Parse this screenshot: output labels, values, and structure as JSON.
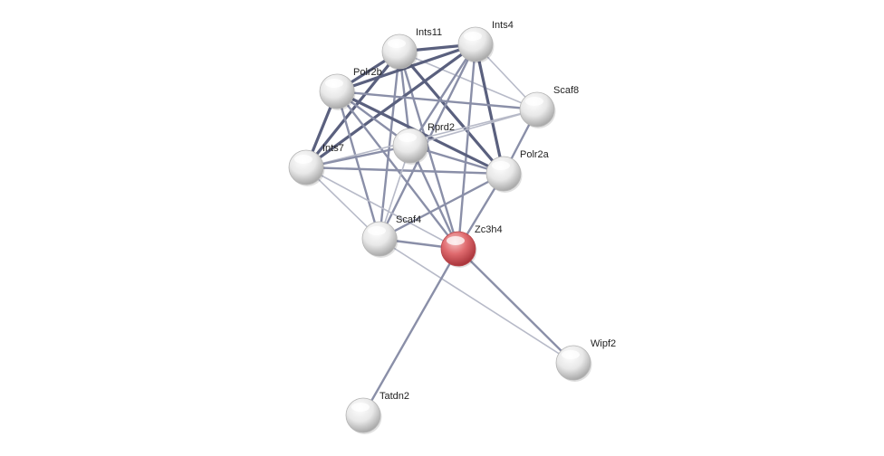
{
  "network": {
    "nodes": [
      {
        "id": "Zc3h4",
        "label": "Zc3h4",
        "query": true
      },
      {
        "id": "Polr2a",
        "label": "Polr2a",
        "query": false
      },
      {
        "id": "Polr2b",
        "label": "Polr2b",
        "query": false
      },
      {
        "id": "Ints4",
        "label": "Ints4",
        "query": false
      },
      {
        "id": "Ints7",
        "label": "Ints7",
        "query": false
      },
      {
        "id": "Ints11",
        "label": "Ints11",
        "query": false
      },
      {
        "id": "Rprd2",
        "label": "Rprd2",
        "query": false
      },
      {
        "id": "Scaf4",
        "label": "Scaf4",
        "query": false
      },
      {
        "id": "Scaf8",
        "label": "Scaf8",
        "query": false
      },
      {
        "id": "Wipf2",
        "label": "Wipf2",
        "query": false
      },
      {
        "id": "Tatdn2",
        "label": "Tatdn2",
        "query": false
      }
    ],
    "edges": [
      {
        "source": "Ints11",
        "target": "Ints4",
        "strength": "strong"
      },
      {
        "source": "Ints11",
        "target": "Polr2b",
        "strength": "strong"
      },
      {
        "source": "Ints11",
        "target": "Ints7",
        "strength": "strong"
      },
      {
        "source": "Ints11",
        "target": "Rprd2",
        "strength": "medium"
      },
      {
        "source": "Ints11",
        "target": "Polr2a",
        "strength": "strong"
      },
      {
        "source": "Ints11",
        "target": "Scaf4",
        "strength": "medium"
      },
      {
        "source": "Ints11",
        "target": "Zc3h4",
        "strength": "medium"
      },
      {
        "source": "Ints11",
        "target": "Scaf8",
        "strength": "weak"
      },
      {
        "source": "Ints4",
        "target": "Polr2b",
        "strength": "strong"
      },
      {
        "source": "Ints4",
        "target": "Ints7",
        "strength": "strong"
      },
      {
        "source": "Ints4",
        "target": "Rprd2",
        "strength": "medium"
      },
      {
        "source": "Ints4",
        "target": "Polr2a",
        "strength": "strong"
      },
      {
        "source": "Ints4",
        "target": "Scaf4",
        "strength": "medium"
      },
      {
        "source": "Ints4",
        "target": "Zc3h4",
        "strength": "medium"
      },
      {
        "source": "Ints4",
        "target": "Scaf8",
        "strength": "weak"
      },
      {
        "source": "Polr2b",
        "target": "Ints7",
        "strength": "strong"
      },
      {
        "source": "Polr2b",
        "target": "Polr2a",
        "strength": "strong"
      },
      {
        "source": "Polr2b",
        "target": "Scaf8",
        "strength": "medium"
      },
      {
        "source": "Polr2b",
        "target": "Rprd2",
        "strength": "medium"
      },
      {
        "source": "Polr2b",
        "target": "Scaf4",
        "strength": "medium"
      },
      {
        "source": "Polr2b",
        "target": "Zc3h4",
        "strength": "medium"
      },
      {
        "source": "Ints7",
        "target": "Polr2a",
        "strength": "medium"
      },
      {
        "source": "Ints7",
        "target": "Scaf8",
        "strength": "weak"
      },
      {
        "source": "Ints7",
        "target": "Rprd2",
        "strength": "medium"
      },
      {
        "source": "Ints7",
        "target": "Scaf4",
        "strength": "weak"
      },
      {
        "source": "Ints7",
        "target": "Zc3h4",
        "strength": "weak"
      },
      {
        "source": "Rprd2",
        "target": "Polr2a",
        "strength": "medium"
      },
      {
        "source": "Rprd2",
        "target": "Scaf4",
        "strength": "weak"
      },
      {
        "source": "Rprd2",
        "target": "Zc3h4",
        "strength": "medium"
      },
      {
        "source": "Rprd2",
        "target": "Scaf8",
        "strength": "weak"
      },
      {
        "source": "Polr2a",
        "target": "Scaf8",
        "strength": "medium"
      },
      {
        "source": "Polr2a",
        "target": "Scaf4",
        "strength": "medium"
      },
      {
        "source": "Polr2a",
        "target": "Zc3h4",
        "strength": "medium"
      },
      {
        "source": "Scaf4",
        "target": "Zc3h4",
        "strength": "medium"
      },
      {
        "source": "Scaf4",
        "target": "Wipf2",
        "strength": "weak"
      },
      {
        "source": "Zc3h4",
        "target": "Wipf2",
        "strength": "medium"
      },
      {
        "source": "Zc3h4",
        "target": "Tatdn2",
        "strength": "medium"
      }
    ]
  },
  "colors": {
    "edge_strong": "#5a607e",
    "edge_medium": "#8a8fa8",
    "edge_weak": "#b7bac8",
    "node_default": "#e6e6e6",
    "node_query": "#d9555c",
    "label": "#222222"
  }
}
